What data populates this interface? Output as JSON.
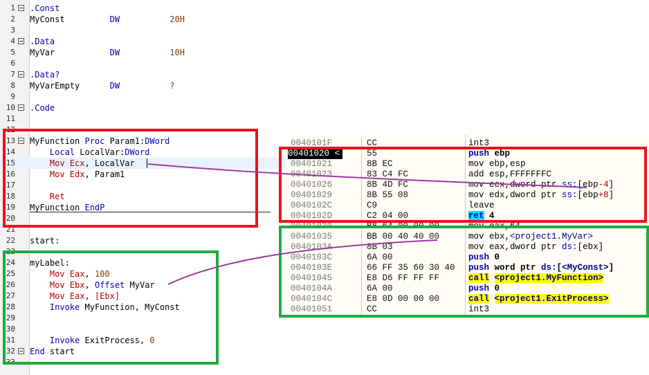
{
  "editor": {
    "lines": [
      {
        "n": "1",
        "fold": true,
        "tokens": [
          {
            "c": "t-dir",
            "t": ".Const"
          }
        ]
      },
      {
        "n": "2",
        "tokens": [
          {
            "c": "t-plain",
            "t": "MyConst         "
          },
          {
            "c": "t-kw",
            "t": "DW"
          },
          {
            "c": "t-plain",
            "t": "          "
          },
          {
            "c": "t-num",
            "t": "20H"
          }
        ]
      },
      {
        "n": "3",
        "tokens": []
      },
      {
        "n": "4",
        "fold": true,
        "tokens": [
          {
            "c": "t-dir",
            "t": ".Data"
          }
        ]
      },
      {
        "n": "5",
        "tokens": [
          {
            "c": "t-plain",
            "t": "MyVar           "
          },
          {
            "c": "t-kw",
            "t": "DW"
          },
          {
            "c": "t-plain",
            "t": "          "
          },
          {
            "c": "t-num",
            "t": "10H"
          }
        ]
      },
      {
        "n": "6",
        "tokens": []
      },
      {
        "n": "7",
        "fold": true,
        "tokens": [
          {
            "c": "t-dir",
            "t": ".Data?"
          }
        ]
      },
      {
        "n": "8",
        "tokens": [
          {
            "c": "t-plain",
            "t": "MyVarEmpty      "
          },
          {
            "c": "t-kw",
            "t": "DW"
          },
          {
            "c": "t-plain",
            "t": "          "
          },
          {
            "c": "t-num",
            "t": "?"
          }
        ]
      },
      {
        "n": "9",
        "tokens": []
      },
      {
        "n": "10",
        "fold": true,
        "tokens": [
          {
            "c": "t-dir",
            "t": ".Code"
          }
        ]
      },
      {
        "n": "11",
        "tokens": []
      },
      {
        "n": "12",
        "tokens": []
      },
      {
        "n": "13",
        "fold": true,
        "tokens": [
          {
            "c": "t-plain",
            "t": "MyFunction "
          },
          {
            "c": "t-kw",
            "t": "Proc"
          },
          {
            "c": "t-plain",
            "t": " Param1:"
          },
          {
            "c": "t-type",
            "t": "DWord"
          }
        ]
      },
      {
        "n": "14",
        "tokens": [
          {
            "c": "t-plain",
            "t": "    "
          },
          {
            "c": "t-kw",
            "t": "Local"
          },
          {
            "c": "t-plain",
            "t": " LocalVar:"
          },
          {
            "c": "t-type",
            "t": "DWord"
          }
        ]
      },
      {
        "n": "15",
        "hl": true,
        "tokens": [
          {
            "c": "t-plain",
            "t": "    "
          },
          {
            "c": "t-reg",
            "t": "Mov Ecx"
          },
          {
            "c": "t-plain",
            "t": ", LocalVar"
          }
        ]
      },
      {
        "n": "16",
        "tokens": [
          {
            "c": "t-plain",
            "t": "    "
          },
          {
            "c": "t-reg",
            "t": "Mov Edx"
          },
          {
            "c": "t-plain",
            "t": ", Param1"
          }
        ]
      },
      {
        "n": "17",
        "tokens": []
      },
      {
        "n": "18",
        "tokens": [
          {
            "c": "t-plain",
            "t": "    "
          },
          {
            "c": "t-reg",
            "t": "Ret"
          }
        ]
      },
      {
        "n": "19",
        "tokens": [
          {
            "c": "t-plain",
            "t": "MyFunction "
          },
          {
            "c": "t-kw",
            "t": "EndP"
          }
        ]
      },
      {
        "n": "20",
        "tokens": []
      },
      {
        "n": "21",
        "tokens": []
      },
      {
        "n": "22",
        "tokens": [
          {
            "c": "t-plain",
            "t": "start:"
          }
        ]
      },
      {
        "n": "23",
        "tokens": []
      },
      {
        "n": "24",
        "tokens": [
          {
            "c": "t-plain",
            "t": "myLabel:"
          }
        ]
      },
      {
        "n": "25",
        "tokens": [
          {
            "c": "t-plain",
            "t": "    "
          },
          {
            "c": "t-reg",
            "t": "Mov Eax"
          },
          {
            "c": "t-plain",
            "t": ", "
          },
          {
            "c": "t-num",
            "t": "100"
          }
        ]
      },
      {
        "n": "26",
        "tokens": [
          {
            "c": "t-plain",
            "t": "    "
          },
          {
            "c": "t-reg",
            "t": "Mov Ebx"
          },
          {
            "c": "t-plain",
            "t": ", "
          },
          {
            "c": "t-kw",
            "t": "Offset"
          },
          {
            "c": "t-plain",
            "t": " MyVar"
          }
        ]
      },
      {
        "n": "27",
        "tokens": [
          {
            "c": "t-plain",
            "t": "    "
          },
          {
            "c": "t-reg",
            "t": "Mov Eax"
          },
          {
            "c": "t-plain",
            "t": ", "
          },
          {
            "c": "t-reg",
            "t": "[Ebx]"
          }
        ]
      },
      {
        "n": "28",
        "tokens": [
          {
            "c": "t-plain",
            "t": "    "
          },
          {
            "c": "t-kw",
            "t": "Invoke"
          },
          {
            "c": "t-plain",
            "t": " MyFunction, MyConst"
          }
        ]
      },
      {
        "n": "29",
        "tokens": []
      },
      {
        "n": "30",
        "tokens": []
      },
      {
        "n": "31",
        "tokens": [
          {
            "c": "t-plain",
            "t": "    "
          },
          {
            "c": "t-kw",
            "t": "Invoke"
          },
          {
            "c": "t-plain",
            "t": " ExitProcess, "
          },
          {
            "c": "t-num",
            "t": "0"
          }
        ]
      },
      {
        "n": "32",
        "fold": true,
        "tokens": [
          {
            "c": "t-kw",
            "t": "End"
          },
          {
            "c": "t-plain",
            "t": " start"
          }
        ]
      },
      {
        "n": "33",
        "tokens": []
      }
    ]
  },
  "disasm": {
    "rows": [
      {
        "addr": "0040101F",
        "bytes": "CC",
        "instr": "int3",
        "style": "n"
      },
      {
        "addr": "00401020",
        "sel": true,
        "addr_suffix": "<",
        "bytes": "55",
        "instr": "push ebp",
        "mn": "push",
        "ops": " ebp"
      },
      {
        "addr": "00401021",
        "bytes": "8B EC",
        "instr": "mov ebp,esp",
        "style": "n"
      },
      {
        "addr": "00401023",
        "bytes": "83 C4 FC",
        "instr": "add esp,FFFFFFFC",
        "style": "n"
      },
      {
        "addr": "00401026",
        "bytes": "8B 4D FC",
        "instr": "mov ecx,dword ptr ss:[ebp-4]",
        "style": "n"
      },
      {
        "addr": "00401029",
        "bytes": "8B 55 08",
        "instr": "mov edx,dword ptr ss:[ebp+8]",
        "style": "n"
      },
      {
        "addr": "0040102C",
        "bytes": "C9",
        "instr": "leave",
        "style": "n"
      },
      {
        "addr": "0040102D",
        "bytes": "C2 04 00",
        "instr": "ret 4",
        "mn": "ret",
        "ops": " 4",
        "cyan": true
      },
      {
        "addr": "00401030",
        "bytes": "B8 64 00 00 00",
        "instr": "mov eax,64",
        "style": "n"
      },
      {
        "addr": "00401035",
        "bytes": "BB 00 40 40 00",
        "instr": "mov ebx,<project1.MyVar>",
        "style": "n"
      },
      {
        "addr": "0040103A",
        "bytes": "8B 03",
        "instr": "mov eax,dword ptr ds:[ebx]",
        "style": "n"
      },
      {
        "addr": "0040103C",
        "bytes": "6A 00",
        "instr": "push 0",
        "mn": "push",
        "ops": " 0"
      },
      {
        "addr": "0040103E",
        "bytes": "66 FF 35 60 30 40",
        "instr": "push word ptr ds:[<MyConst>]",
        "mn": "push",
        "ops": " word ptr ds:[<MyConst>]"
      },
      {
        "addr": "00401045",
        "bytes": "E8 D6 FF FF FF",
        "instr": "call <project1.MyFunction>",
        "mn": "call",
        "ops": " <project1.MyFunction>",
        "yellow": true
      },
      {
        "addr": "0040104A",
        "bytes": "6A 00",
        "instr": "push 0",
        "mn": "push",
        "ops": " 0"
      },
      {
        "addr": "0040104C",
        "bytes": "E8 0D 00 00 00",
        "instr": "call <project1.ExitProcess>",
        "mn": "call",
        "ops": " <project1.ExitProcess>",
        "yellow": true
      },
      {
        "addr": "00401051",
        "bytes": "CC",
        "instr": "int3",
        "style": "n"
      }
    ]
  },
  "colors": {
    "red_box": "#e8141e",
    "green_box": "#1fab3c",
    "arrow": "#9b3aa0",
    "selected_addr_bg": "#000000",
    "cyan_hl": "#00e0ff",
    "yellow_hl": "#ffff00"
  }
}
